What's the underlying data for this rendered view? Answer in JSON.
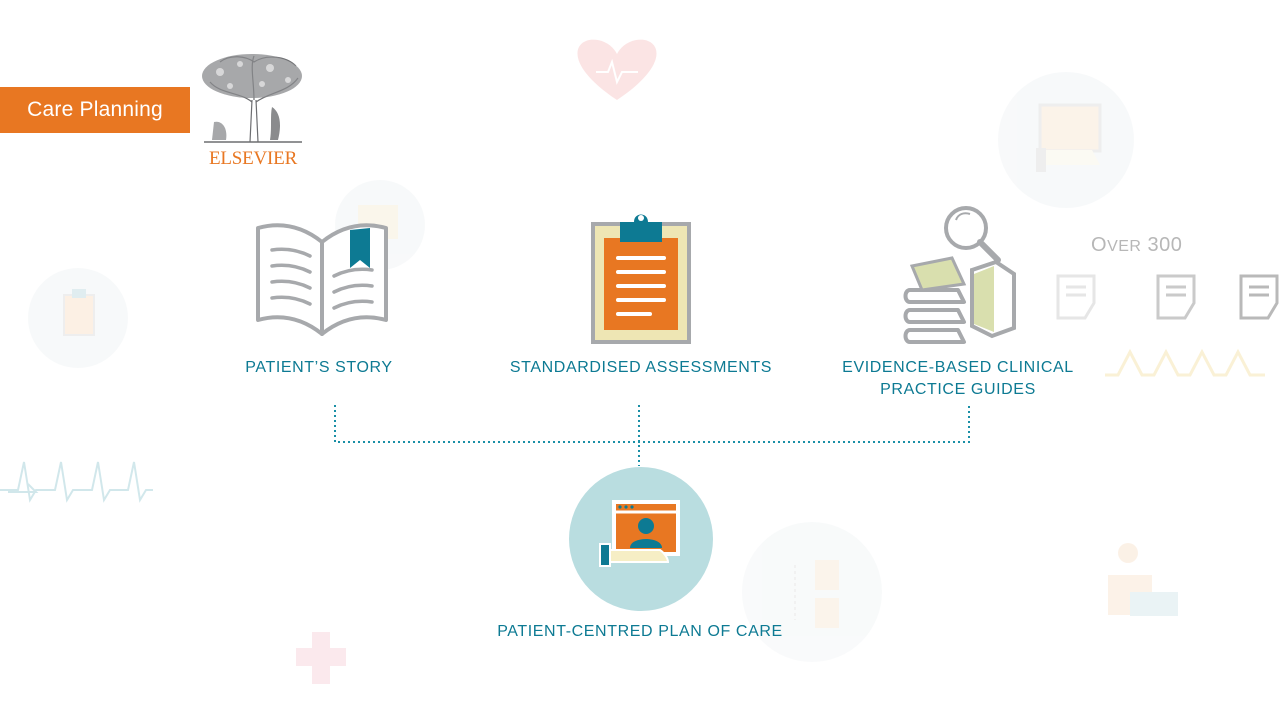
{
  "header": {
    "tag_label": "Care Planning",
    "logo_text": "ELSEVIER"
  },
  "items": {
    "patient_story": "PATIENT’S STORY",
    "assessments": "STANDARDISED ASSESSMENTS",
    "evidence_line1": "EVIDENCE-BASED CLINICAL",
    "evidence_line2": "PRACTICE GUIDES",
    "plan_of_care": "PATIENT-CENTRED PLAN OF CARE"
  },
  "side_note": {
    "over_first": "O",
    "over_rest": "VER",
    "number": "300"
  },
  "icons": [
    "heart-monitor-icon",
    "open-book-icon",
    "clipboard-icon",
    "magnifier-books-icon",
    "patient-screen-icon",
    "document-icon",
    "hospital-icon",
    "medical-cross-icon",
    "ecg-wave-icon"
  ],
  "colors": {
    "accent_orange": "#e87722",
    "teal": "#0d7a93",
    "teal_light": "#b9dde0",
    "grey_icon": "#a7a9ac"
  }
}
